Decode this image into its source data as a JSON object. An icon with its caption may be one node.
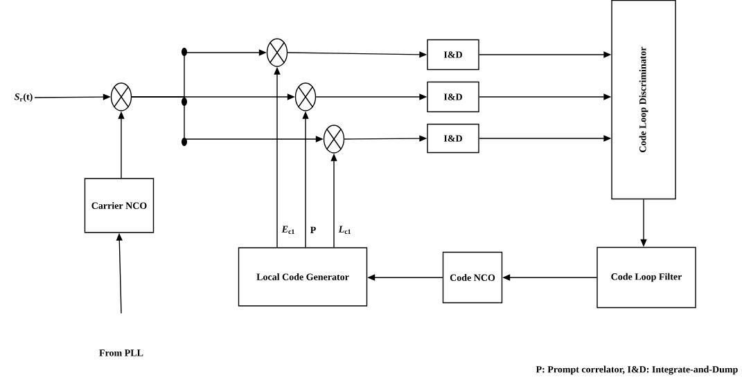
{
  "diagram": {
    "nodes": [
      {
        "text": [
          "*S*$_{r}$(t)"
        ]
      },
      {
        "text": [],
        "shape": "circle"
      },
      {
        "text": [],
        "shape": "circle"
      },
      {
        "text": [],
        "shape": "circle"
      },
      {
        "text": [],
        "shape": "circle"
      },
      {
        "text": [
          "I&D"
        ]
      },
      {
        "text": [
          "I&D"
        ]
      },
      {
        "text": [
          "I&D"
        ]
      },
      {
        "text": [
          "Code Loop Discriminator"
        ]
      },
      {
        "text": [
          "Carrier NCO"
        ]
      },
      {
        "text": [
          "From PLL"
        ]
      },
      {
        "text": [
          "Local Code Generator"
        ]
      },
      {
        "text": [
          "Code NCO"
        ]
      },
      {
        "text": [
          "Code Loop Filter"
        ]
      }
    ],
    "edges": [
      {
        "from": 0,
        "to": 1,
        "arrow": "to"
      },
      {
        "from": 1,
        "to": 2,
        "arrow": "to"
      },
      {
        "from": 1,
        "to": 3,
        "arrow": "to"
      },
      {
        "from": 1,
        "to": 4,
        "arrow": "to"
      },
      {
        "from": 2,
        "to": 5,
        "arrow": "to"
      },
      {
        "from": 3,
        "to": 6,
        "arrow": "to"
      },
      {
        "from": 4,
        "to": 7,
        "arrow": "to"
      },
      {
        "from": 5,
        "to": 8,
        "arrow": "to"
      },
      {
        "from": 6,
        "to": 8,
        "arrow": "to"
      },
      {
        "from": 7,
        "to": 8,
        "arrow": "to"
      },
      {
        "from": 9,
        "to": 1,
        "arrow": "to"
      },
      {
        "from": 10,
        "to": 9,
        "arrow": "to"
      },
      {
        "from": 8,
        "to": 13,
        "arrow": "to"
      },
      {
        "from": 13,
        "to": 12,
        "arrow": "to"
      },
      {
        "from": 12,
        "to": 11,
        "arrow": "to"
      },
      {
        "from": 11,
        "to": 2,
        "arrow": "to",
        "label": "*E*$_{c1}$"
      },
      {
        "from": 11,
        "to": 3,
        "arrow": "to",
        "label": "P"
      },
      {
        "from": 11,
        "to": 4,
        "arrow": "to",
        "label": "*L*$_{c1}$"
      }
    ],
    "labels": [
      "P: Prompt correlator, I&D: Integrate-and-Dump"
    ]
  }
}
